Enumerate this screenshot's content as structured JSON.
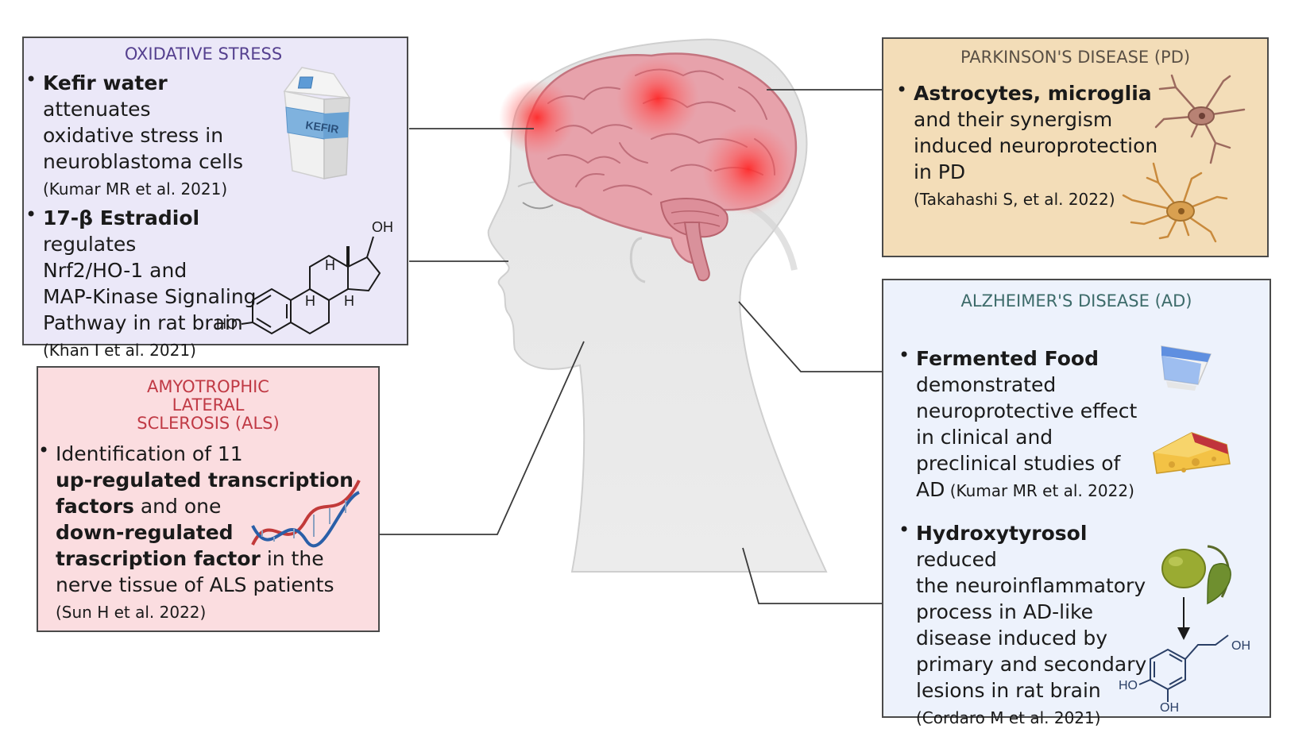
{
  "oxidative": {
    "title": "OXIDATIVE STRESS",
    "kefir": {
      "bold": "Kefir water",
      "rest1": " attenuates",
      "line2": "oxidative stress in",
      "line3": "neuroblastoma cells",
      "cite": "(Kumar MR et al. 2021)",
      "carton_label": "KEFIR"
    },
    "estradiol": {
      "bold": "17-β Estradiol",
      "rest1": " regulates",
      "line2": "Nrf2/HO-1 and",
      "line3": "MAP-Kinase Signaling",
      "line4": "Pathway in rat brain",
      "cite": "(Khan I et al. 2021)"
    },
    "mol": {
      "oh": "OH",
      "ho": "HO",
      "h": "H"
    }
  },
  "als": {
    "title1": "AMYOTROPHIC",
    "title2": "LATERAL",
    "title3": "SCLEROSIS (ALS)",
    "l1": "Identification of 11",
    "l2b": "up-regulated transcription",
    "l3b": "factors",
    "l3r": " and one",
    "l4b": "down-regulated",
    "l5b": "trascription factor",
    "l5r": " in the",
    "l6": "nerve tissue of ALS patients",
    "cite": "(Sun H et al. 2022)"
  },
  "pd": {
    "title": "PARKINSON'S DISEASE (PD)",
    "bold": "Astrocytes, microglia",
    "l2": "and their synergism",
    "l3": "induced neuroprotection",
    "l4": "in PD",
    "cite": "(Takahashi S, et al. 2022)"
  },
  "ad": {
    "title": "ALZHEIMER'S DISEASE (AD)",
    "ff": {
      "bold": "Fermented  Food",
      "l2": "demonstrated",
      "l3": "neuroprotective effect",
      "l4": "in clinical and",
      "l5": "preclinical studies of",
      "l6a": "AD",
      "cite": " (Kumar MR et al. 2022)"
    },
    "ht": {
      "bold": "Hydroxytyrosol",
      "rest1": "  reduced",
      "l2": "the neuroinflammatory",
      "l3": "process in AD-like",
      "l4": "disease induced by",
      "l5": "primary and secondary",
      "l6": "lesions in rat brain",
      "cite": "(Cordaro M et al. 2021)"
    },
    "mol": {
      "oh1": "OH",
      "ho": "HO",
      "oh2": "OH"
    }
  },
  "colors": {
    "oxidative_bg": "#ebe8f8",
    "oxidative_title": "#55408f",
    "als_bg": "#fbdde0",
    "als_title": "#c03a45",
    "pd_bg": "#f3ddb8",
    "pd_title": "#5a5045",
    "ad_bg": "#edf2fc",
    "ad_title": "#3d6b6a",
    "brain": "#e7a2ab",
    "head": "#e6e6e6"
  }
}
